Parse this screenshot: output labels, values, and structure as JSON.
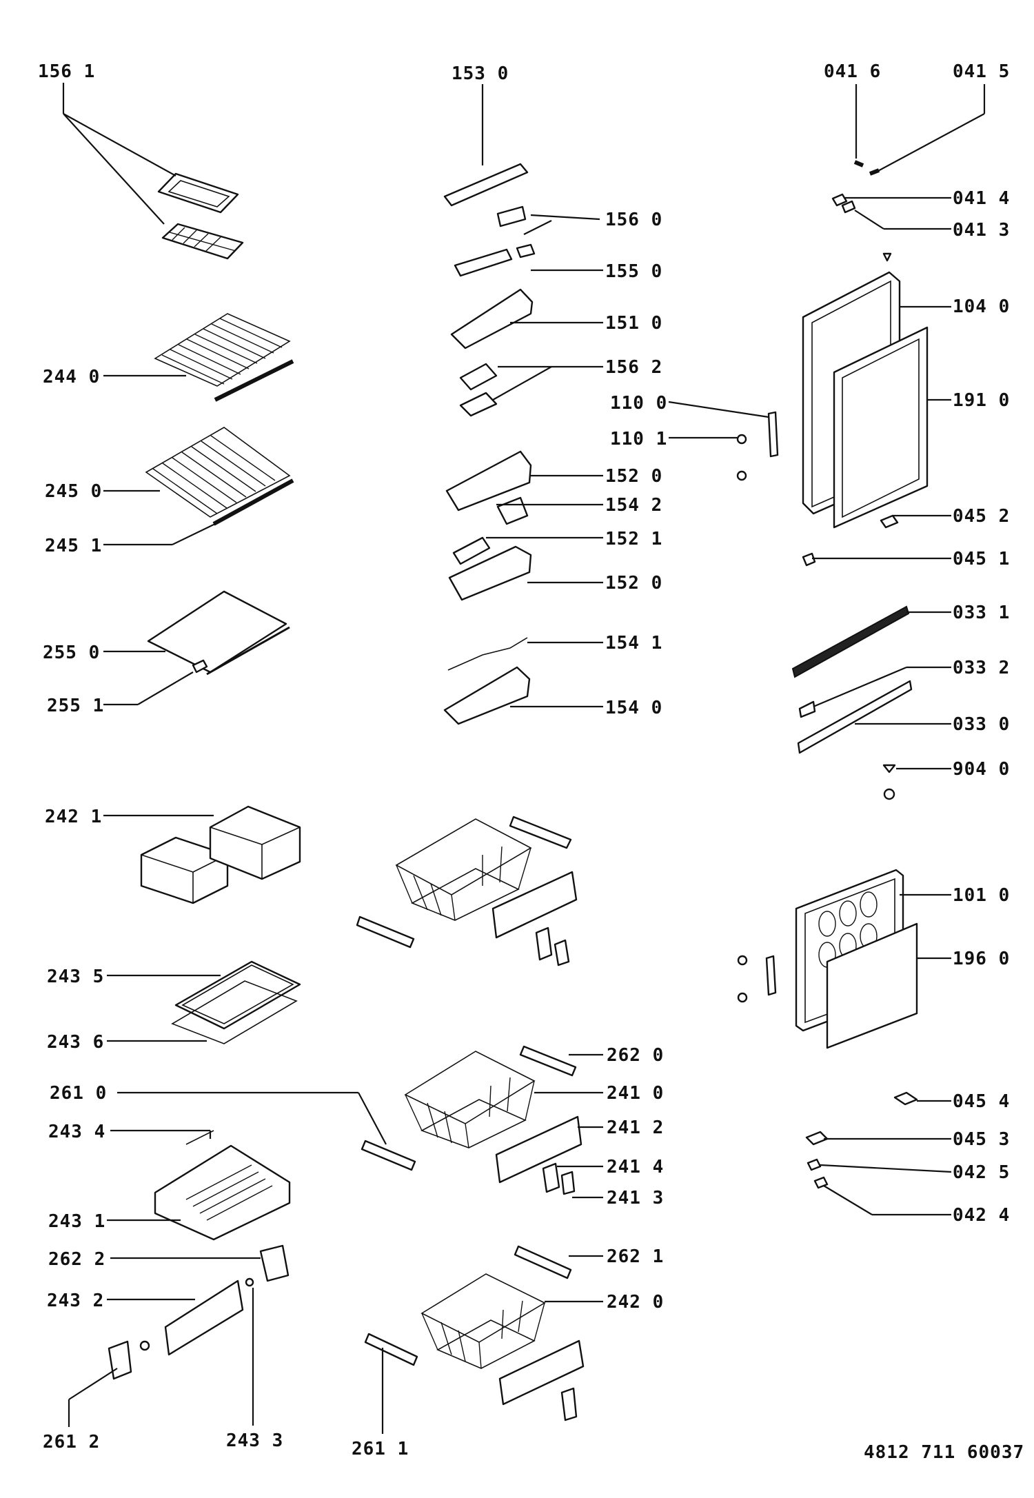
{
  "diagram": {
    "doc_number": "4812 711 60037",
    "parts": [
      {
        "id": "p1561",
        "label": "156 1"
      },
      {
        "id": "p1530",
        "label": "153 0"
      },
      {
        "id": "p0416",
        "label": "041 6"
      },
      {
        "id": "p0415",
        "label": "041 5"
      },
      {
        "id": "p0414",
        "label": "041 4"
      },
      {
        "id": "p0413",
        "label": "041 3"
      },
      {
        "id": "p1560",
        "label": "156 0"
      },
      {
        "id": "p1550",
        "label": "155 0"
      },
      {
        "id": "p1040",
        "label": "104 0"
      },
      {
        "id": "p1510",
        "label": "151 0"
      },
      {
        "id": "p2440",
        "label": "244 0"
      },
      {
        "id": "p1562",
        "label": "156 2"
      },
      {
        "id": "p1100",
        "label": "110 0"
      },
      {
        "id": "p1910",
        "label": "191 0"
      },
      {
        "id": "p1101",
        "label": "110 1"
      },
      {
        "id": "p1520a",
        "label": "152 0"
      },
      {
        "id": "p2450",
        "label": "245 0"
      },
      {
        "id": "p1542",
        "label": "154 2"
      },
      {
        "id": "p0452",
        "label": "045 2"
      },
      {
        "id": "p2451",
        "label": "245 1"
      },
      {
        "id": "p1521",
        "label": "152 1"
      },
      {
        "id": "p0451",
        "label": "045 1"
      },
      {
        "id": "p1520b",
        "label": "152 0"
      },
      {
        "id": "p0331",
        "label": "033 1"
      },
      {
        "id": "p1541",
        "label": "154 1"
      },
      {
        "id": "p2550",
        "label": "255 0"
      },
      {
        "id": "p0332",
        "label": "033 2"
      },
      {
        "id": "p2551",
        "label": "255 1"
      },
      {
        "id": "p1540",
        "label": "154 0"
      },
      {
        "id": "p0330",
        "label": "033 0"
      },
      {
        "id": "p9040",
        "label": "904 0"
      },
      {
        "id": "p2421",
        "label": "242 1"
      },
      {
        "id": "p1010",
        "label": "101 0"
      },
      {
        "id": "p1960",
        "label": "196 0"
      },
      {
        "id": "p2435",
        "label": "243 5"
      },
      {
        "id": "p2436",
        "label": "243 6"
      },
      {
        "id": "p2620",
        "label": "262 0"
      },
      {
        "id": "p2610",
        "label": "261 0"
      },
      {
        "id": "p2410",
        "label": "241 0"
      },
      {
        "id": "p0454",
        "label": "045 4"
      },
      {
        "id": "p2434",
        "label": "243 4"
      },
      {
        "id": "p2412",
        "label": "241 2"
      },
      {
        "id": "p0453",
        "label": "045 3"
      },
      {
        "id": "p0425",
        "label": "042 5"
      },
      {
        "id": "p2414",
        "label": "241 4"
      },
      {
        "id": "p2413",
        "label": "241 3"
      },
      {
        "id": "p0424",
        "label": "042 4"
      },
      {
        "id": "p2431",
        "label": "243 1"
      },
      {
        "id": "p2621",
        "label": "262 1"
      },
      {
        "id": "p2622",
        "label": "262 2"
      },
      {
        "id": "p2432",
        "label": "243 2"
      },
      {
        "id": "p2420",
        "label": "242 0"
      },
      {
        "id": "p2612",
        "label": "261 2"
      },
      {
        "id": "p2433",
        "label": "243 3"
      },
      {
        "id": "p2611",
        "label": "261 1"
      }
    ]
  }
}
